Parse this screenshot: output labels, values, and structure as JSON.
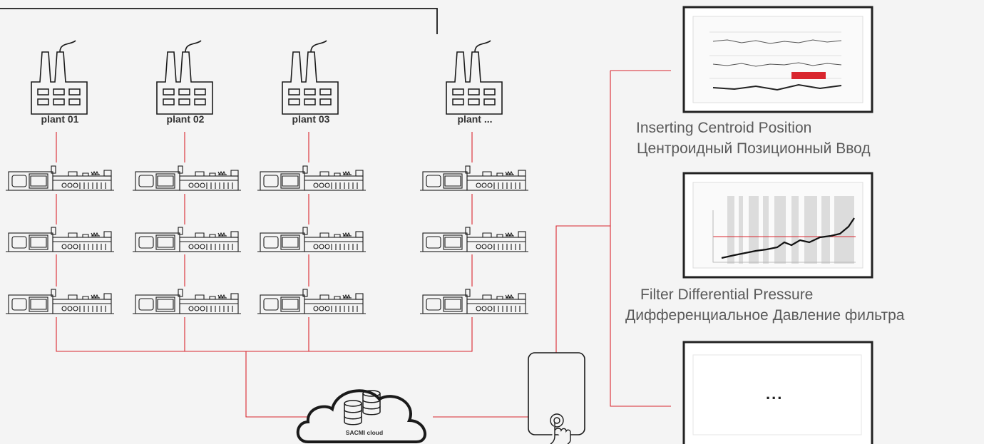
{
  "plants": [
    {
      "label": "plant 01"
    },
    {
      "label": "plant 02"
    },
    {
      "label": "plant 03"
    },
    {
      "label": "plant ..."
    }
  ],
  "cloud": {
    "label": "SACMI  cloud"
  },
  "dashboards": [
    {
      "caption_en": "Inserting Centroid Position",
      "caption_ru": "Центроидный Позиционный Ввод",
      "thumbnail": "multi-trace-chart"
    },
    {
      "caption_en": "Filter Differential Pressure",
      "caption_ru": "Дифференциальное Давление фильтра",
      "thumbnail": "pressure-trend-chart"
    },
    {
      "caption_en": "",
      "caption_ru": "",
      "thumbnail": "placeholder",
      "placeholder_text": "..."
    }
  ],
  "colors": {
    "connector": "#d9262e",
    "outline": "#1a1a1a",
    "background": "#f4f4f4"
  }
}
